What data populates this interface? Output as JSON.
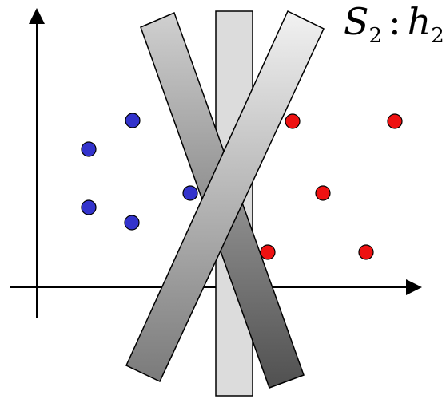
{
  "label": {
    "set_symbol": "S",
    "set_subscript": "2",
    "separator": ":",
    "hyp_symbol": "h",
    "hyp_subscript": "2"
  },
  "colors": {
    "axis": "#000000",
    "class_a_fill": "#3333cc",
    "class_b_fill": "#ee1111",
    "point_stroke": "#000000",
    "vertical_band": "#dcdcdc",
    "dark_band_start": "#d0d0d0",
    "dark_band_end": "#505050",
    "light_band_start": "#f0f0f0",
    "light_band_end": "#7a7a7a"
  },
  "points": {
    "class_a_count": 5,
    "class_b_count": 5
  },
  "icons": {
    "class_a_marker": "blue-circle-marker",
    "class_b_marker": "red-circle-marker"
  }
}
